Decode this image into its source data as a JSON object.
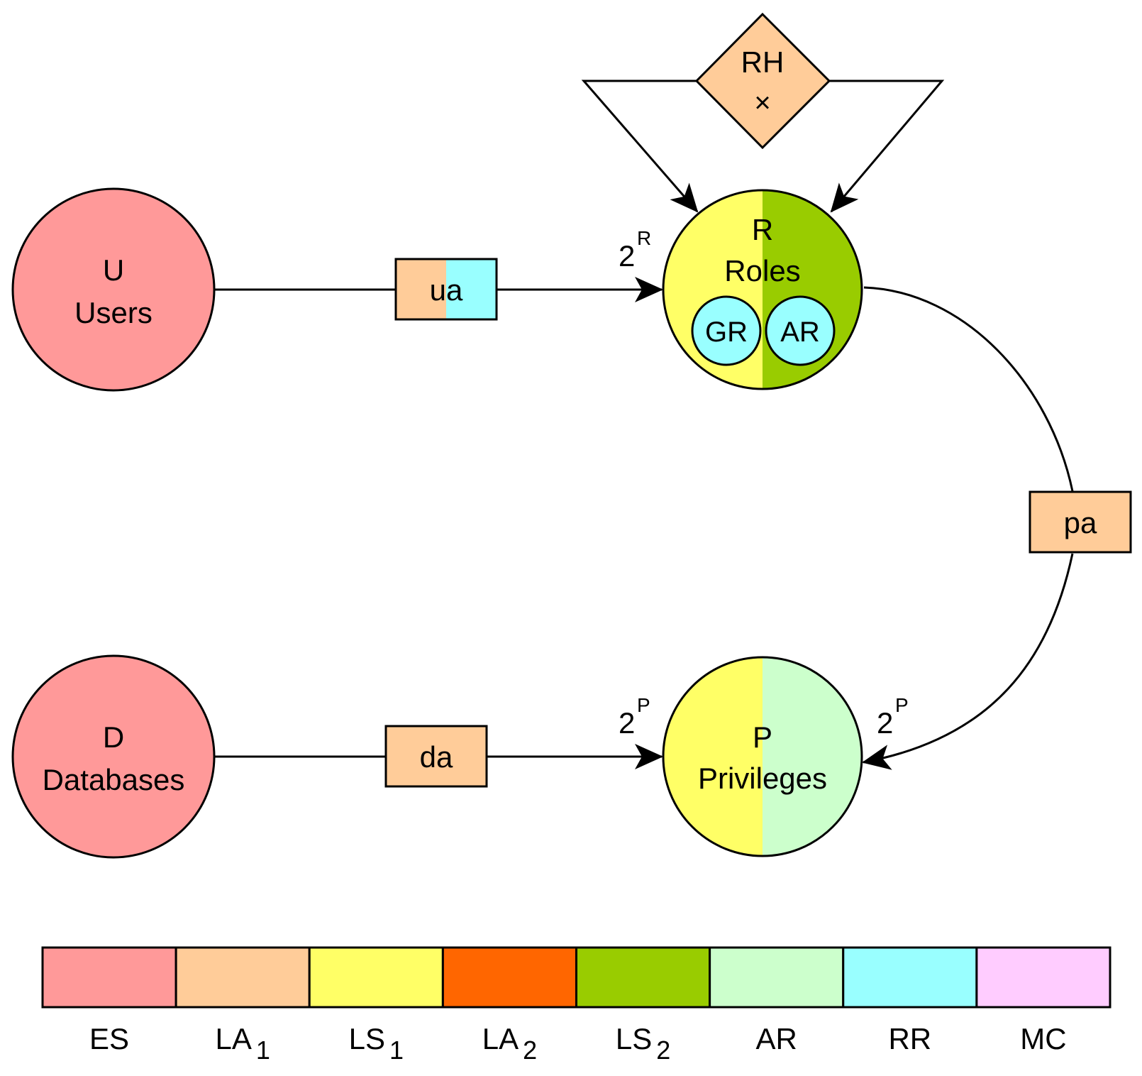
{
  "colors": {
    "ES": "#FF9999",
    "LA1": "#FFCC99",
    "LS1": "#FFFF66",
    "LA2": "#FF6600",
    "LS2": "#99CC00",
    "AR": "#CCFFCC",
    "RR": "#99FFFF",
    "MC": "#FFCCFF"
  },
  "nodes": {
    "users": {
      "symbol": "U",
      "label": "Users"
    },
    "databases": {
      "symbol": "D",
      "label": "Databases"
    },
    "roles": {
      "symbol": "R",
      "label": "Roles",
      "inner_left": "GR",
      "inner_right": "AR"
    },
    "privileges": {
      "symbol": "P",
      "label": "Privileges"
    },
    "rh": {
      "symbol": "RH",
      "operator": "×"
    }
  },
  "relations": {
    "ua": "ua",
    "pa": "pa",
    "da": "da"
  },
  "powerset": {
    "roles": {
      "base": "2",
      "exp": "R"
    },
    "privileges_left": {
      "base": "2",
      "exp": "P"
    },
    "privileges_right": {
      "base": "2",
      "exp": "P"
    }
  },
  "legend": [
    {
      "label": "ES",
      "sub": "",
      "color": "#FF9999"
    },
    {
      "label": "LA",
      "sub": "1",
      "color": "#FFCC99"
    },
    {
      "label": "LS",
      "sub": "1",
      "color": "#FFFF66"
    },
    {
      "label": "LA",
      "sub": "2",
      "color": "#FF6600"
    },
    {
      "label": "LS",
      "sub": "2",
      "color": "#99CC00"
    },
    {
      "label": "AR",
      "sub": "",
      "color": "#CCFFCC"
    },
    {
      "label": "RR",
      "sub": "",
      "color": "#99FFFF"
    },
    {
      "label": "MC",
      "sub": "",
      "color": "#FFCCFF"
    }
  ]
}
